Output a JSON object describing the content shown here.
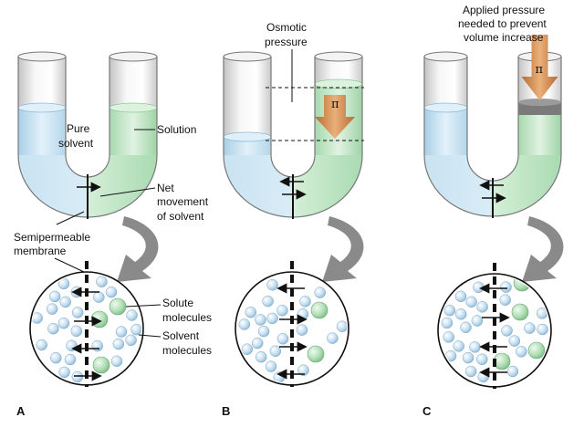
{
  "labels": {
    "pure_solvent_1": "Pure",
    "pure_solvent_2": "solvent",
    "solution": "Solution",
    "net_movement_1": "Net",
    "net_movement_2": "movement",
    "net_movement_3": "of solvent",
    "membrane_1": "Semipermeable",
    "membrane_2": "membrane",
    "solute_1": "Solute",
    "solute_2": "molecules",
    "solvent_mol_1": "Solvent",
    "solvent_mol_2": "molecules",
    "osmotic_1": "Osmotic",
    "osmotic_2": "pressure",
    "applied_1": "Applied pressure",
    "applied_2": "needed to prevent",
    "applied_3": "volume increase",
    "pi": "π"
  },
  "panels": [
    "A",
    "B",
    "C"
  ],
  "colors": {
    "solvent_blue": "#c9e3f2",
    "solution_green": "#bfe3c4",
    "arrow_orange": "#d98a4a",
    "piston_gray": "#6f6f6f",
    "curved_arrow": "#8a8a8a"
  }
}
